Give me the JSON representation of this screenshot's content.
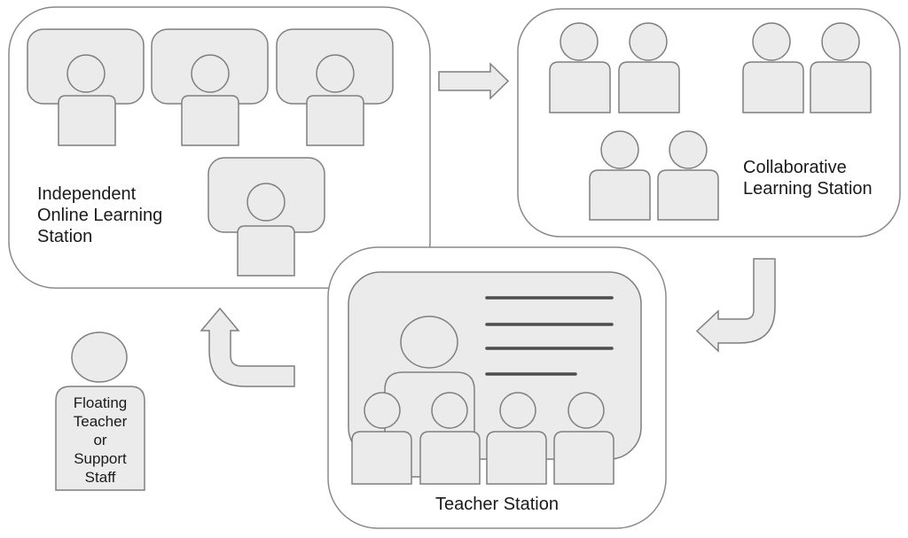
{
  "stations": {
    "independent": {
      "label": "Independent\nOnline Learning\nStation",
      "learners_at_computers": 4
    },
    "collaborative": {
      "label": "Collaborative\nLearning Station",
      "learner_pairs": 3,
      "learner_count": 6
    },
    "teacher": {
      "label": "Teacher Station",
      "teacher_count": 1,
      "student_count": 4,
      "whiteboard_line_count": 4
    }
  },
  "floating_staff": {
    "label": "Floating\nTeacher\nor\nSupport\nStaff"
  },
  "flow_arrows": [
    {
      "name": "independent-to-collaborative",
      "direction": "right"
    },
    {
      "name": "collaborative-to-teacher",
      "direction": "down-then-left"
    },
    {
      "name": "teacher-to-independent",
      "direction": "left-then-up"
    }
  ],
  "colors": {
    "figure_fill": "#ebebeb",
    "figure_stroke": "#7f7f7f",
    "container_fill": "#ffffff",
    "container_stroke": "#8a8a8a",
    "whiteboard_line": "#4d4d4d",
    "text": "#1a1a1a",
    "background": "#ffffff"
  }
}
